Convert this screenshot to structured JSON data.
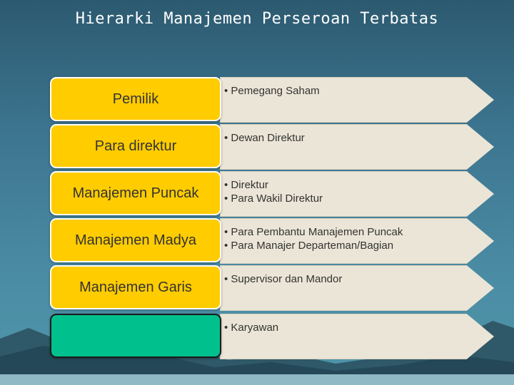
{
  "title": "Hierarki Manajemen Perseroan Terbatas",
  "rows": [
    {
      "label": "Pemilik",
      "items": [
        "Pemegang Saham"
      ]
    },
    {
      "label": "Para direktur",
      "items": [
        "Dewan Direktur"
      ]
    },
    {
      "label": "Manajemen Puncak",
      "items": [
        "Direktur",
        "Para Wakil Direktur"
      ]
    },
    {
      "label": "Manajemen Madya",
      "items": [
        "Para Pembantu Manajemen Puncak",
        "Para Manajer Departeman/Bagian"
      ]
    },
    {
      "label": "Manajemen Garis",
      "items": [
        "Supervisor dan Mandor"
      ]
    },
    {
      "label": "",
      "items": [
        "Karyawan"
      ]
    }
  ],
  "colors": {
    "label_box": "#ffcc00",
    "bottom_box": "#00c18e",
    "arrow_fill": "#ebe5d7"
  }
}
